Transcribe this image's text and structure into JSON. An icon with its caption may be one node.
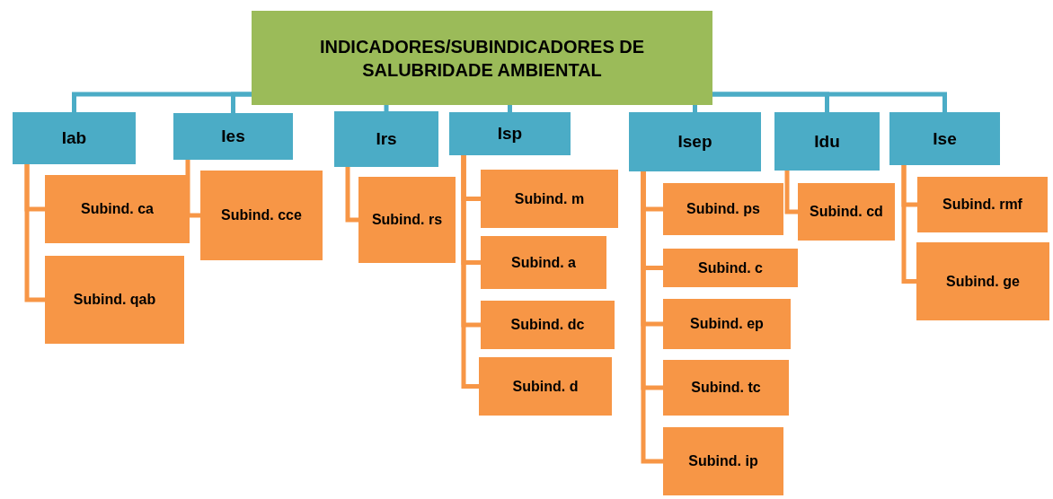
{
  "diagram": {
    "nodes": [
      {
        "text": [
          "INDICADORES/SUBINDICADORES DE SALUBRIDADE AMBIENTAL"
        ]
      },
      {
        "text": [
          "Iab"
        ]
      },
      {
        "text": [
          "Ies"
        ]
      },
      {
        "text": [
          "Irs"
        ]
      },
      {
        "text": [
          "Isp"
        ]
      },
      {
        "text": [
          "Isep"
        ]
      },
      {
        "text": [
          "Idu"
        ]
      },
      {
        "text": [
          "Ise"
        ]
      },
      {
        "text": [
          "Subind. ca"
        ]
      },
      {
        "text": [
          "Subind. qab"
        ]
      },
      {
        "text": [
          "Subind. cce"
        ]
      },
      {
        "text": [
          "Subind. rs"
        ]
      },
      {
        "text": [
          "Subind. m"
        ]
      },
      {
        "text": [
          "Subind. a"
        ]
      },
      {
        "text": [
          "Subind. dc"
        ]
      },
      {
        "text": [
          "Subind. d"
        ]
      },
      {
        "text": [
          "Subind. ps"
        ]
      },
      {
        "text": [
          "Subind. c"
        ]
      },
      {
        "text": [
          "Subind. ep"
        ]
      },
      {
        "text": [
          "Subind. tc"
        ]
      },
      {
        "text": [
          "Subind. ip"
        ]
      },
      {
        "text": [
          "Subind. cd"
        ]
      },
      {
        "text": [
          "Subind. rmf"
        ]
      },
      {
        "text": [
          "Subind. ge"
        ]
      }
    ],
    "edges": [
      {
        "from": 0,
        "to": 1,
        "arrow": "none",
        "color": "#4bacc6"
      },
      {
        "from": 0,
        "to": 2,
        "arrow": "none",
        "color": "#4bacc6"
      },
      {
        "from": 0,
        "to": 3,
        "arrow": "none",
        "color": "#4bacc6"
      },
      {
        "from": 0,
        "to": 4,
        "arrow": "none",
        "color": "#4bacc6"
      },
      {
        "from": 0,
        "to": 5,
        "arrow": "none",
        "color": "#4bacc6"
      },
      {
        "from": 0,
        "to": 6,
        "arrow": "none",
        "color": "#4bacc6"
      },
      {
        "from": 0,
        "to": 7,
        "arrow": "none",
        "color": "#4bacc6"
      },
      {
        "from": 1,
        "to": 8,
        "arrow": "none"
      },
      {
        "from": 1,
        "to": 9,
        "arrow": "none"
      },
      {
        "from": 2,
        "to": 10,
        "arrow": "none"
      },
      {
        "from": 3,
        "to": 11,
        "arrow": "none"
      },
      {
        "from": 4,
        "to": 12,
        "arrow": "none"
      },
      {
        "from": 4,
        "to": 13,
        "arrow": "none"
      },
      {
        "from": 4,
        "to": 14,
        "arrow": "none"
      },
      {
        "from": 4,
        "to": 15,
        "arrow": "none"
      },
      {
        "from": 5,
        "to": 16,
        "arrow": "none"
      },
      {
        "from": 5,
        "to": 17,
        "arrow": "none"
      },
      {
        "from": 5,
        "to": 18,
        "arrow": "none"
      },
      {
        "from": 5,
        "to": 19,
        "arrow": "none"
      },
      {
        "from": 5,
        "to": 20,
        "arrow": "none"
      },
      {
        "from": 6,
        "to": 21,
        "arrow": "none"
      },
      {
        "from": 7,
        "to": 22,
        "arrow": "none"
      },
      {
        "from": 7,
        "to": 23,
        "arrow": "none"
      }
    ]
  }
}
